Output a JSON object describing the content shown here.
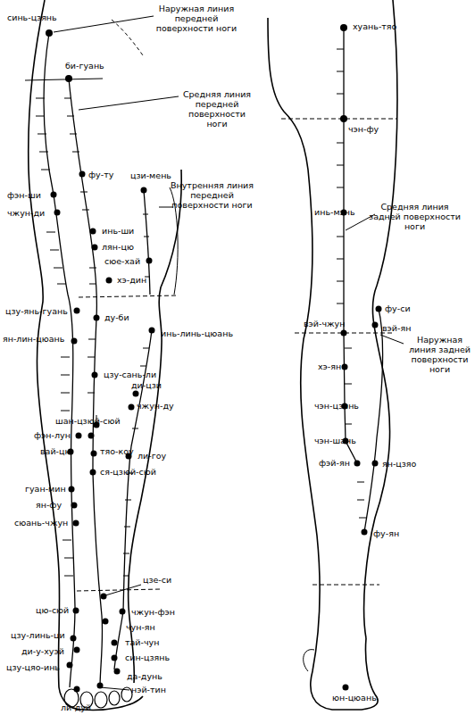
{
  "diagram": {
    "labels": [
      "синь-цзянь",
      "Наружная линия передней поверхности ноги",
      "би-гуань",
      "Средняя линия передней поверхности ноги",
      "цзи-мень",
      "фу-ту",
      "Внутренняя линия передней поверхности ноги",
      "фэн-ши",
      "чжун-ди",
      "инь-ши",
      "лян-цю",
      "сюе-хай",
      "хэ-дин",
      "цзу-янь-гуань",
      "ду-би",
      "ян-лин-цюань",
      "инь-линь-цюань",
      "цзу-сань-ли",
      "ди-цзи",
      "чжун-ду",
      "шан-цзюй-сюй",
      "фэн-лун",
      "вай-цю",
      "тяо-коу",
      "ли-гоу",
      "ся-цзюй-сюй",
      "гуан-мин",
      "ян-фу",
      "сюань-чжун",
      "цзе-си",
      "цю-сюй",
      "чжун-фэн",
      "чун-ян",
      "цзу-линь-ци",
      "тай-чун",
      "ди-у-хуэй",
      "син-цзянь",
      "цзу-цяо-инь",
      "да-дунь",
      "нэй-тин",
      "ли-дуй",
      "хуань-тяо",
      "чэн-фу",
      "инь-мэнь",
      "Средняя линия задней поверхности ноги",
      "фу-си",
      "вэй-ян",
      "вэй-чжун",
      "Наружная линия задней поверхности ноги",
      "хэ-ян",
      "чэн-цзинь",
      "чэн-шань",
      "фэй-ян",
      "ян-цзяо",
      "фу-ян",
      "юн-цюань"
    ]
  }
}
